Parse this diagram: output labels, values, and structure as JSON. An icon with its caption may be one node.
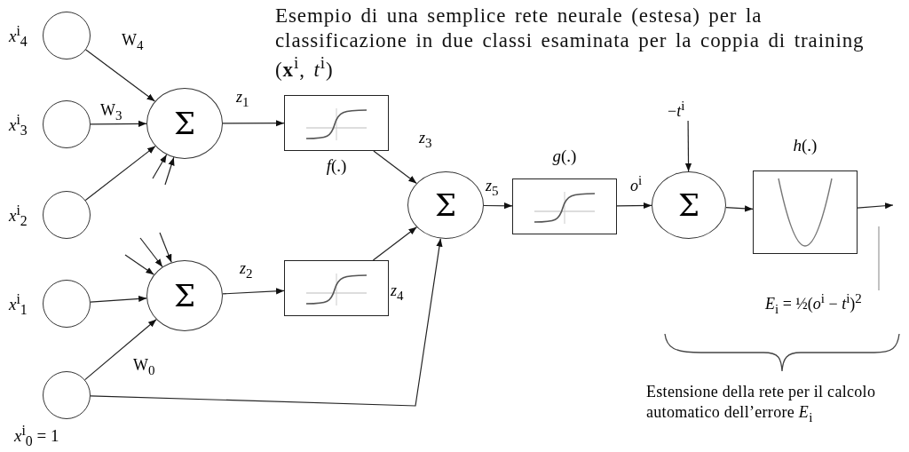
{
  "diagram": {
    "title": "Esempio di una semplice rete neurale (estesa) per la classificazione in due classi esaminata per la coppia di training (**x**$^{i}$, *t*$^{i}$)",
    "nodes": [
      {
        "text": [
          "*x*$^{i}$$_{4}$"
        ]
      },
      {
        "text": [
          "*x*$^{i}$$_{3}$"
        ]
      },
      {
        "text": [
          "*x*$^{i}$$_{2}$"
        ]
      },
      {
        "text": [
          "*x*$^{i}$$_{1}$"
        ]
      },
      {
        "text": [
          "*x*$^{i}$$_{0}$ = 1"
        ]
      },
      {
        "text": [
          "Σ"
        ]
      },
      {
        "text": [
          "Σ"
        ]
      },
      {
        "text": [
          "*f*(.)"
        ]
      },
      {
        "text": [],
        "shape": "box"
      },
      {
        "text": [
          "Σ"
        ]
      },
      {
        "text": [
          "*g*(.)"
        ]
      },
      {
        "text": [
          "Σ"
        ]
      },
      {
        "text": [
          "*h*(.)"
        ]
      },
      {
        "text": [
          "−*t*$^{i}$"
        ]
      },
      {
        "text": [
          "*E*$_{i}$ = ½(*o*$^{i}$ − *t*$^{i}$)$^{2}$"
        ]
      }
    ],
    "edges": [
      {
        "from": 0,
        "to": 5,
        "arrow": "to",
        "label": "W$_{4}$"
      },
      {
        "from": 1,
        "to": 5,
        "arrow": "to",
        "label": "W$_{3}$"
      },
      {
        "from": 2,
        "to": 5,
        "arrow": "to"
      },
      {
        "from": null,
        "to": 5,
        "arrow": "to"
      },
      {
        "from": null,
        "to": 5,
        "arrow": "to"
      },
      {
        "from": null,
        "to": 6,
        "arrow": "to"
      },
      {
        "from": null,
        "to": 6,
        "arrow": "to"
      },
      {
        "from": null,
        "to": 6,
        "arrow": "to"
      },
      {
        "from": 3,
        "to": 6,
        "arrow": "to"
      },
      {
        "from": 4,
        "to": 6,
        "arrow": "to",
        "label": "W$_{0}$"
      },
      {
        "from": 4,
        "to": 9,
        "arrow": "to"
      },
      {
        "from": 5,
        "to": 7,
        "arrow": "to",
        "label": "*z*$_{1}$"
      },
      {
        "from": 6,
        "to": 8,
        "arrow": "to",
        "label": "*z*$_{2}$"
      },
      {
        "from": 7,
        "to": 9,
        "arrow": "to",
        "label": "*z*$_{3}$"
      },
      {
        "from": 8,
        "to": 9,
        "arrow": "to",
        "label": "*z*$_{4}$"
      },
      {
        "from": 9,
        "to": 10,
        "arrow": "to",
        "label": "*z*$_{5}$"
      },
      {
        "from": 10,
        "to": 11,
        "arrow": "to",
        "label": "*o*$^{i}$"
      },
      {
        "from": 13,
        "to": 11,
        "arrow": "to"
      },
      {
        "from": 11,
        "to": 12,
        "arrow": "to"
      },
      {
        "from": 12,
        "to": null,
        "arrow": "to"
      },
      {
        "from": 14,
        "to": null,
        "arrow": "none",
        "color": "#999999"
      }
    ],
    "labels": [
      "Estensione della rete per il calcolo automatico dell’errore *E*$_{i}$"
    ]
  }
}
